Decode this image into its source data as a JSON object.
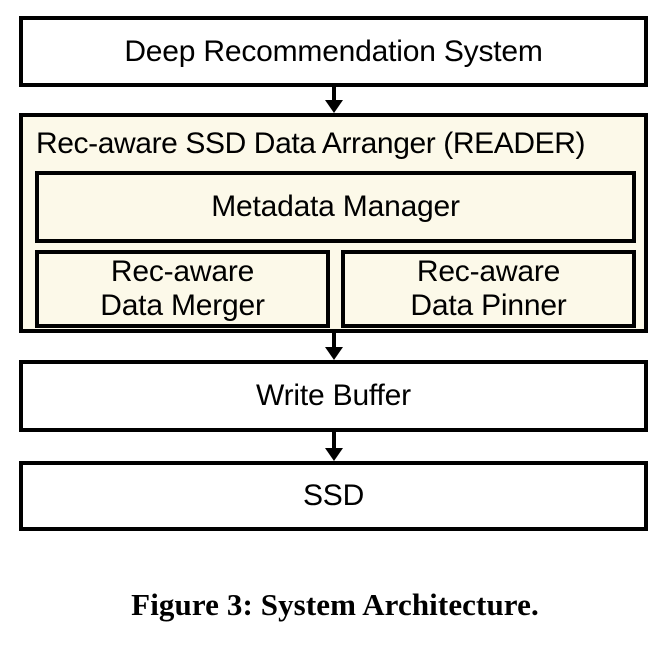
{
  "figure": {
    "caption": "Figure 3: System Architecture.",
    "background_color": "#ffffff",
    "line_color": "#000000",
    "highlight_fill": "#fcf9e9"
  },
  "diagram": {
    "type": "block-diagram",
    "orientation": "top-to-bottom",
    "blocks": {
      "deep_recommendation_system": {
        "label": "Deep Recommendation System",
        "fill": "#ffffff"
      },
      "reader": {
        "title": "Rec-aware SSD Data Arranger (READER)",
        "fill": "#fcf9e9",
        "children": {
          "metadata_manager": {
            "label": "Metadata Manager",
            "fill": "#fcf9e9"
          },
          "data_merger": {
            "label": "Rec-aware\nData Merger",
            "fill": "#fcf9e9"
          },
          "data_pinner": {
            "label": "Rec-aware\nData Pinner",
            "fill": "#fcf9e9"
          }
        }
      },
      "write_buffer": {
        "label": "Write Buffer",
        "fill": "#ffffff"
      },
      "ssd": {
        "label": "SSD",
        "fill": "#ffffff"
      }
    },
    "connectors": [
      {
        "name": "drs-to-reader",
        "from": "deep_recommendation_system",
        "to": "reader",
        "style": "arrow-down"
      },
      {
        "name": "reader-to-write-buffer",
        "from": "reader",
        "to": "write_buffer",
        "style": "arrow-down"
      },
      {
        "name": "write-buffer-to-ssd",
        "from": "write_buffer",
        "to": "ssd",
        "style": "arrow-down"
      }
    ]
  }
}
